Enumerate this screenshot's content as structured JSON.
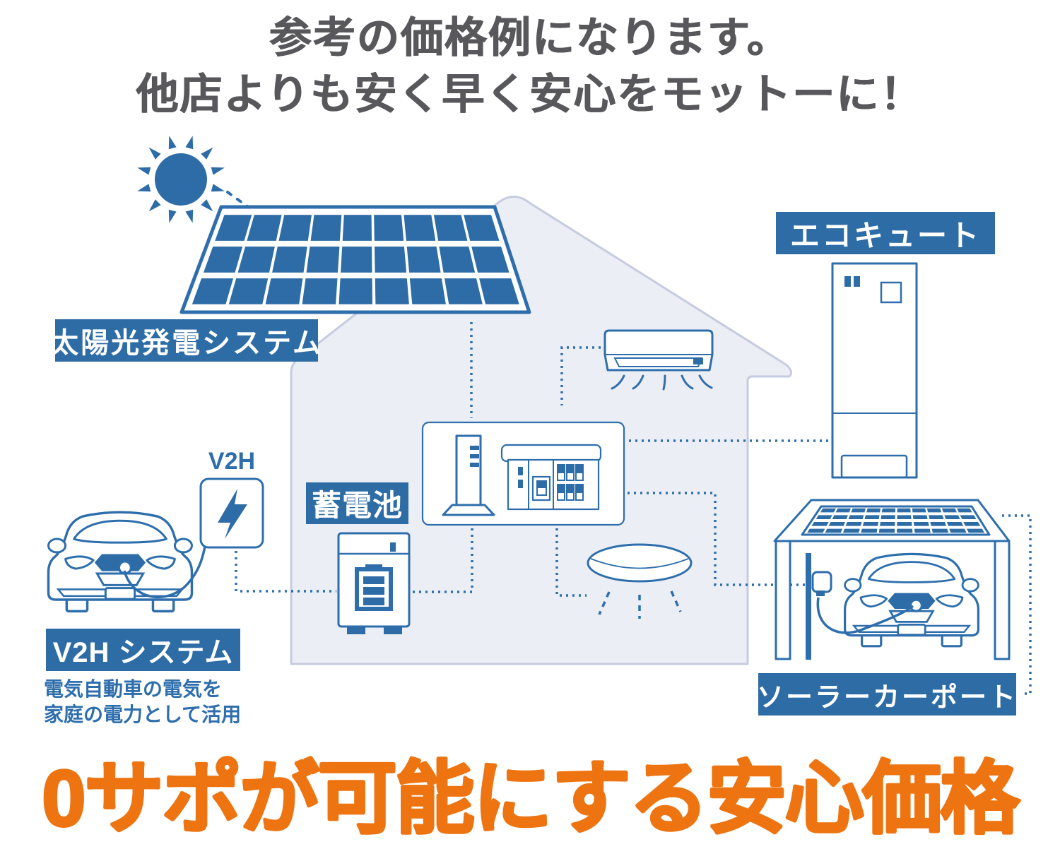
{
  "header": {
    "line1": "参考の価格例になります。",
    "line2": "他店よりも安く早く安心をモットーに！"
  },
  "diagram": {
    "labels": {
      "solar_system": "太陽光発電システム",
      "ecocute": "エコキュート",
      "battery": "蓄電池",
      "v2h_unit": "V2H",
      "v2h_system": "V2H システム",
      "v2h_description": [
        "電気自動車の電気を",
        "家庭の電力として活用"
      ],
      "solar_carport": "ソーラーカーポート"
    },
    "icons": {
      "sun": "sun-icon",
      "solar_panel": "solar-panel-icon",
      "lightning_bolt": "lightning-bolt-icon",
      "battery_gauge": "battery-icon",
      "ev_car": "ev-car-icon",
      "ev_charger": "ev-charger-icon",
      "air_conditioner": "air-conditioner-icon",
      "ceiling_light": "ceiling-light-icon",
      "ecocute_unit": "water-heater-icon",
      "power_conditioner": "power-conditioner-icon",
      "distribution_board": "distribution-board-icon"
    }
  },
  "footer": {
    "headline": "0サポが可能にする安心価格"
  },
  "colors": {
    "label_bg": "#2d6ca5",
    "line_art_blue": "#2e6eac",
    "panel_cell_blue": "#2d6ca6",
    "heading_gray": "#58575b",
    "accent_orange": "#ed7411",
    "house_fill": "#eceef5",
    "house_border": "#c6ccdf"
  }
}
